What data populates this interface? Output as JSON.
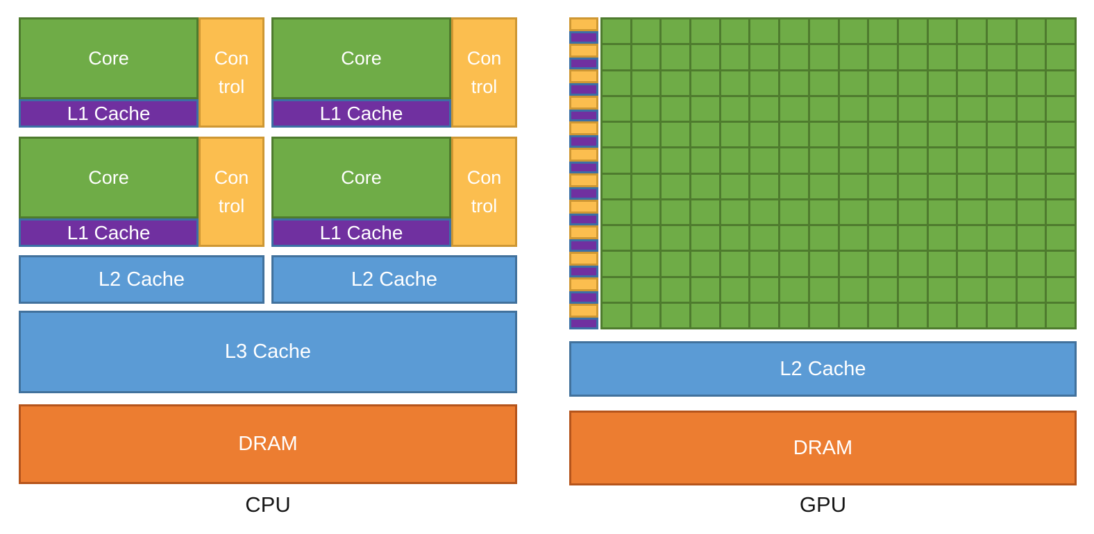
{
  "colors": {
    "background": "#FFFFFF",
    "green_fill": "#6FAC47",
    "green_border": "#4E7B2E",
    "gold_fill": "#FBBE4F",
    "gold_border": "#CE9733",
    "purple_fill": "#7030A0",
    "purple_border": "#3C6FA5",
    "blue_fill": "#5B9BD5",
    "blue_border": "#41719C",
    "orange_fill": "#EC7D31",
    "orange_border": "#B5541B",
    "text_light": "#FFFFFF",
    "text_dark": "#161616"
  },
  "cpu": {
    "label": "CPU",
    "blocks": [
      {
        "core": "Core",
        "control_lines": [
          "Con",
          "trol"
        ],
        "l1": "L1 Cache"
      },
      {
        "core": "Core",
        "control_lines": [
          "Con",
          "trol"
        ],
        "l1": "L1 Cache"
      },
      {
        "core": "Core",
        "control_lines": [
          "Con",
          "trol"
        ],
        "l1": "L1 Cache"
      },
      {
        "core": "Core",
        "control_lines": [
          "Con",
          "trol"
        ],
        "l1": "L1 Cache"
      }
    ],
    "l2_bars": [
      {
        "label": "L2 Cache"
      },
      {
        "label": "L2 Cache"
      }
    ],
    "l3_label": "L3 Cache",
    "dram_label": "DRAM"
  },
  "gpu": {
    "label": "GPU",
    "grid": {
      "rows": 12,
      "cols": 16
    },
    "l2_label": "L2 Cache",
    "dram_label": "DRAM"
  }
}
